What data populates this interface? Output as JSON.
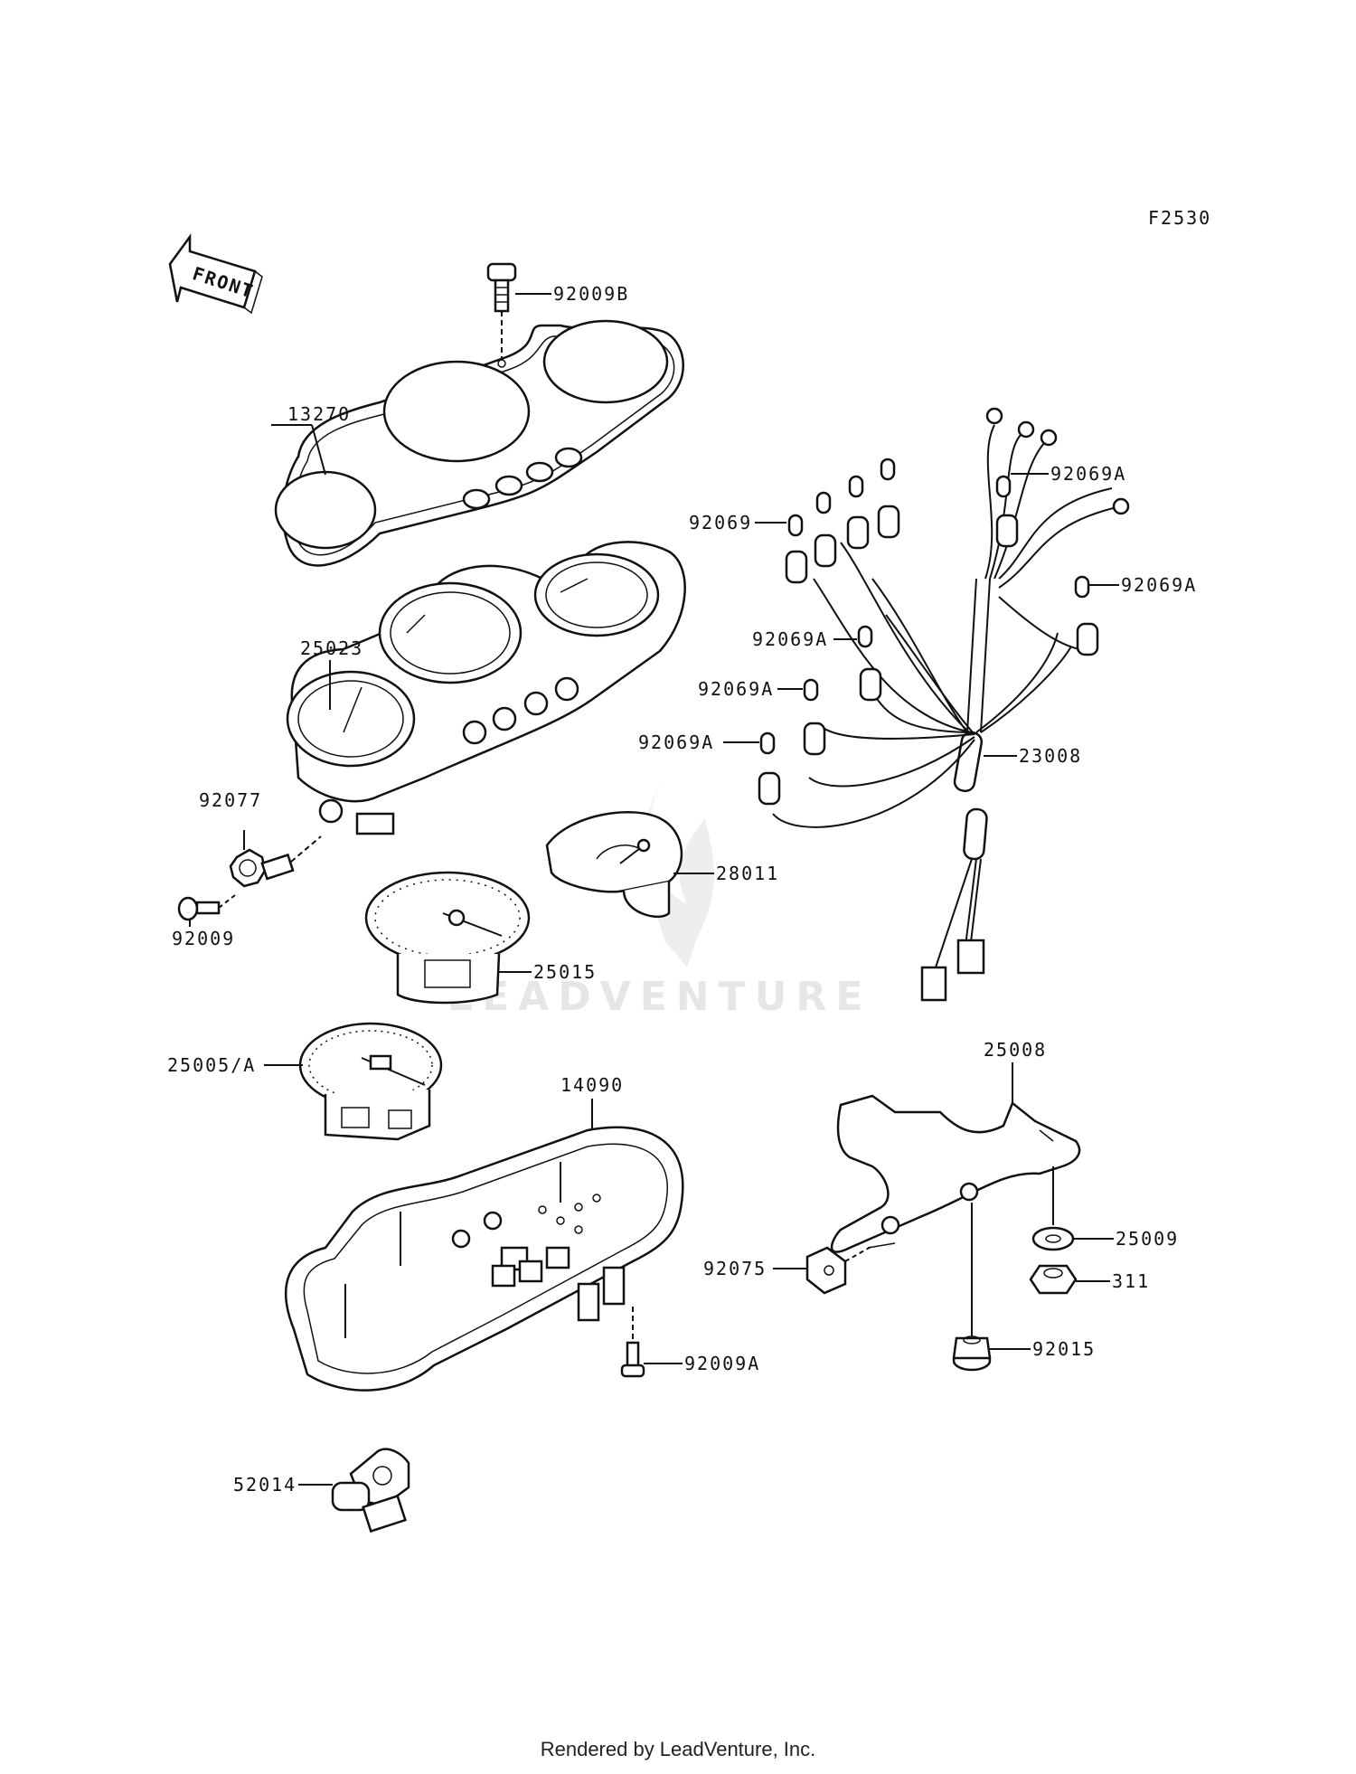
{
  "diagram_code": "F2530",
  "front_label": "FRONT",
  "watermark": "LEADVENTURE",
  "footer_text": "Rendered by LeadVenture, Inc.",
  "labels": {
    "p92009B": "92009B",
    "p13270": "13270",
    "p92069": "92069",
    "p92069A_1": "92069A",
    "p92069A_2": "92069A",
    "p92069A_3": "92069A",
    "p92069A_4": "92069A",
    "p92069A_5": "92069A",
    "p25023": "25023",
    "p23008": "23008",
    "p92077": "92077",
    "p28011": "28011",
    "p92009": "92009",
    "p25015": "25015",
    "p25005A": "25005/A",
    "p14090": "14090",
    "p25008": "25008",
    "p25009": "25009",
    "p92075": "92075",
    "p311": "311",
    "p92009A": "92009A",
    "p92015": "92015",
    "p52014": "52014"
  }
}
